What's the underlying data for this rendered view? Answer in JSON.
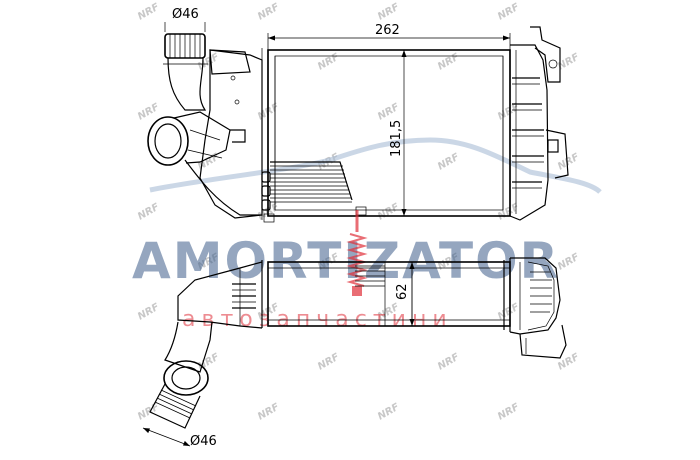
{
  "dimensions": {
    "top_pipe_diameter": "Ø46",
    "core_width": "262",
    "core_height": "181,5",
    "core_depth": "62",
    "bottom_pipe_diameter": "Ø46"
  },
  "watermark": {
    "brand": "AMORTIZATOR",
    "subtitle": "автозапчастини"
  },
  "background_marks": {
    "logo_text": "NRF"
  },
  "colors": {
    "drawing": "#000000",
    "watermark_blue": "#3f5f8c",
    "watermark_red": "#e0303a",
    "background_logo": "#c8c8c8"
  }
}
